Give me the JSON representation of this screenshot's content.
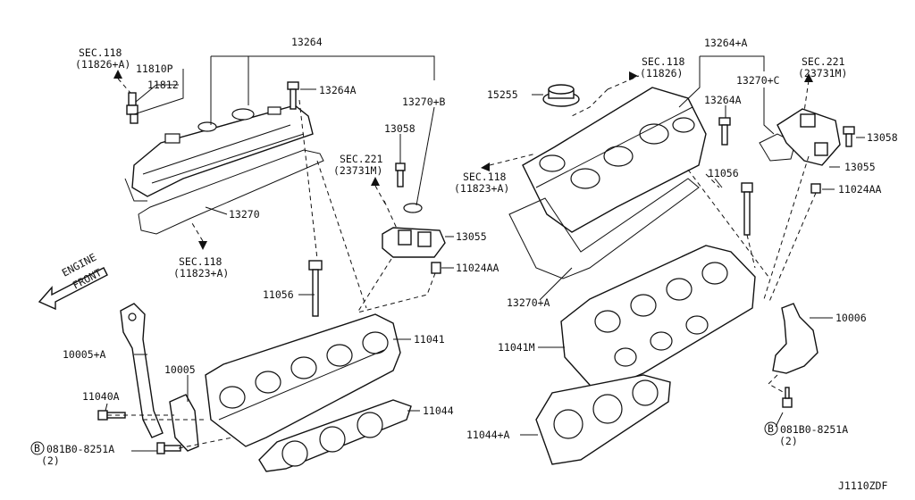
{
  "diagram_code": "J1110ZDF",
  "direction_label": [
    "ENGINE",
    "FRONT"
  ],
  "labels": {
    "p13264": "13264",
    "sec118_top_left": "SEC.118",
    "sec118_top_left_sub": "(11826+A)",
    "p11810p": "11810P",
    "p11812": "11812",
    "p13264a_left": "13264A",
    "p13270b": "13270+B",
    "p13058_left": "13058",
    "sec221_left": "SEC.221",
    "sec221_left_sub": "(23731M)",
    "p13270": "13270",
    "sec118_bottom_left": "SEC.118",
    "sec118_bottom_left_sub": "(11823+A)",
    "p13055_left": "13055",
    "p11024aa_left": "11024AA",
    "p11056_left": "11056",
    "p11041": "11041",
    "p10005a": "10005+A",
    "p10005": "10005",
    "p11040a": "11040A",
    "p11044": "11044",
    "bolt_left_circle": "B",
    "bolt_left": "081B0-8251A",
    "bolt_left_qty": "(2)",
    "p13264_plus_a": "13264+A",
    "sec118_top_right": "SEC.118",
    "sec118_top_right_sub": "(11826)",
    "sec221_right": "SEC.221",
    "sec221_right_sub": "(23731M)",
    "p13270c": "13270+C",
    "p15255": "15255",
    "p13264a_right": "13264A",
    "p13058_right": "13058",
    "sec118_mid_right": "SEC.118",
    "sec118_mid_right_sub": "(11823+A)",
    "p13055_right": "13055",
    "p11056_right": "11056",
    "p11024aa_right": "11024AA",
    "p13270a": "13270+A",
    "p10006": "10006",
    "p11041m": "11041M",
    "p11044a": "11044+A",
    "bolt_right_circle": "B",
    "bolt_right": "081B0-8251A",
    "bolt_right_qty": "(2)"
  }
}
